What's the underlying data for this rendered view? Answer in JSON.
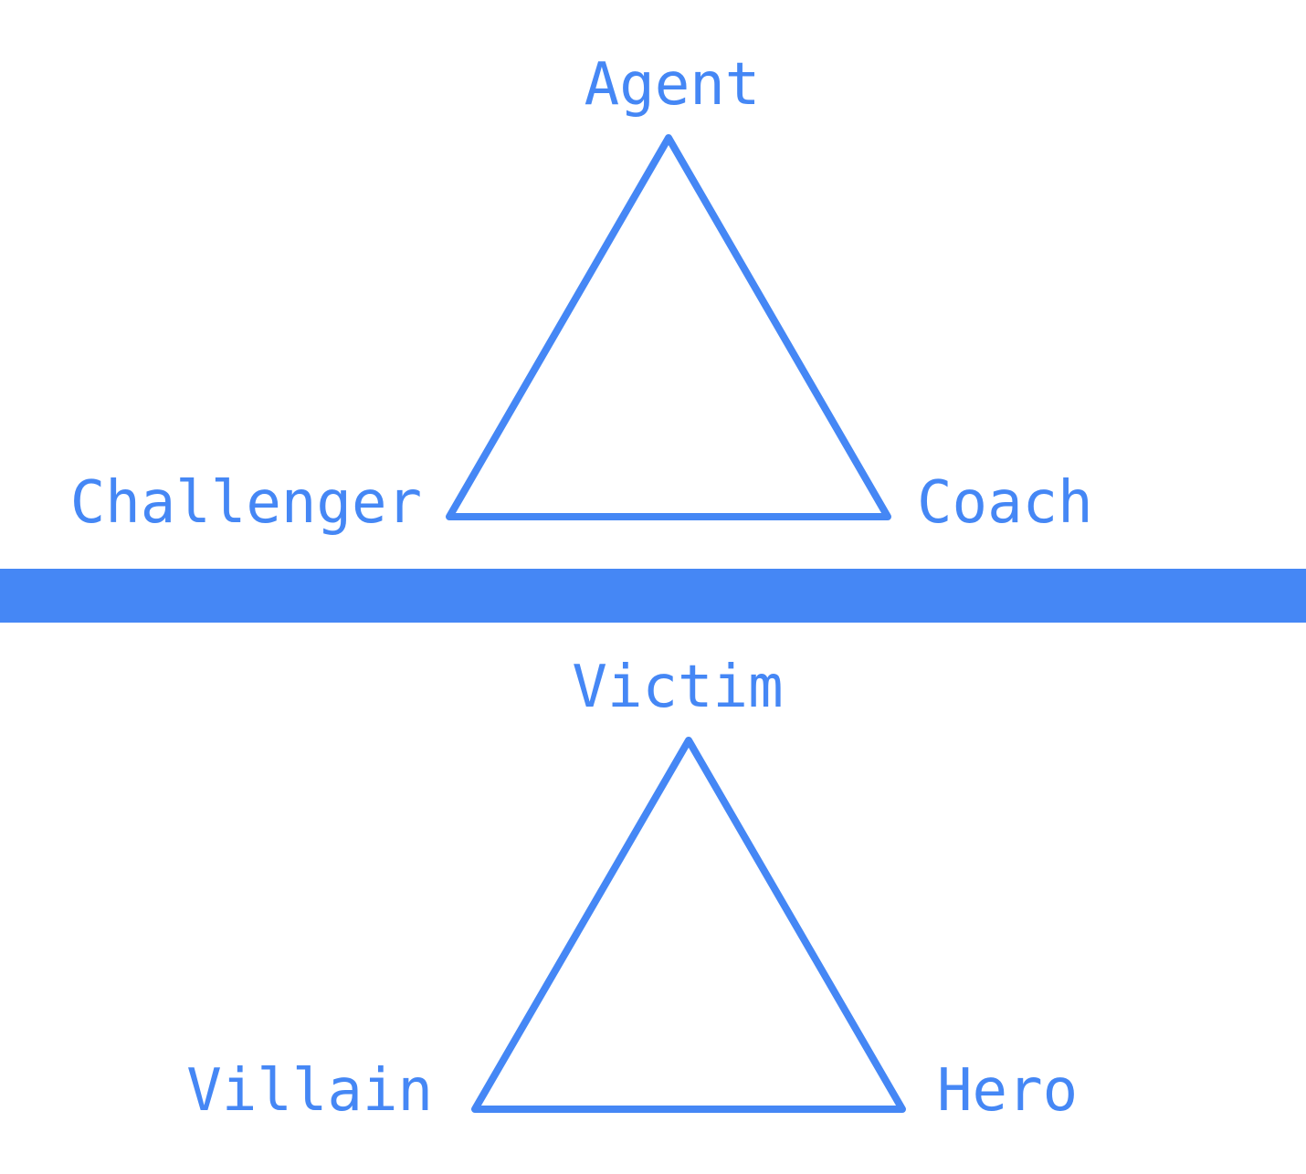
{
  "colors": {
    "accent": "#4587F5",
    "background": "#FFFFFF"
  },
  "top_triangle": {
    "apex": "Agent",
    "left": "Challenger",
    "right": "Coach"
  },
  "bottom_triangle": {
    "apex": "Victim",
    "left": "Villain",
    "right": "Hero"
  }
}
